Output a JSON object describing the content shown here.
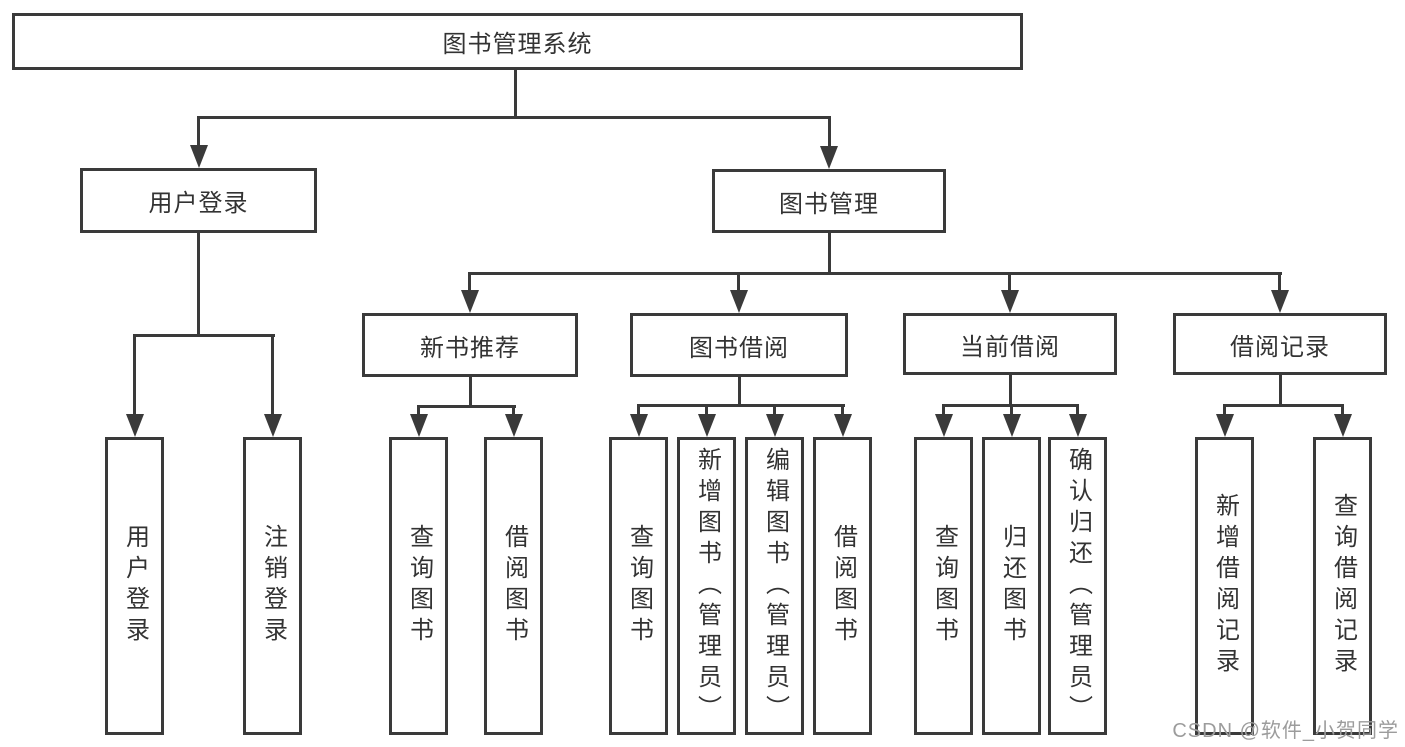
{
  "colors": {
    "line": "#3a3a3a",
    "text": "#333333",
    "watermark": "#9c9c9c",
    "box_fill": "#ffffff"
  },
  "watermark": {
    "text": "CSDN @软件_小贺同学"
  },
  "diagram": {
    "type": "tree",
    "root": "图书管理系统",
    "level2": {
      "user_login": {
        "label": "用户登录",
        "leaves": [
          "用户登录",
          "注销登录"
        ]
      },
      "book_mgmt": {
        "label": "图书管理",
        "sections": [
          {
            "label": "新书推荐",
            "leaves": [
              "查询图书",
              "借阅图书"
            ]
          },
          {
            "label": "图书借阅",
            "leaves": [
              "查询图书",
              "新增图书（管理员）",
              "编辑图书（管理员）",
              "借阅图书"
            ]
          },
          {
            "label": "当前借阅",
            "leaves": [
              "查询图书",
              "归还图书",
              "确认归还（管理员）"
            ]
          },
          {
            "label": "借阅记录",
            "leaves": [
              "新增借阅记录",
              "查询借阅记录"
            ]
          }
        ]
      }
    }
  }
}
